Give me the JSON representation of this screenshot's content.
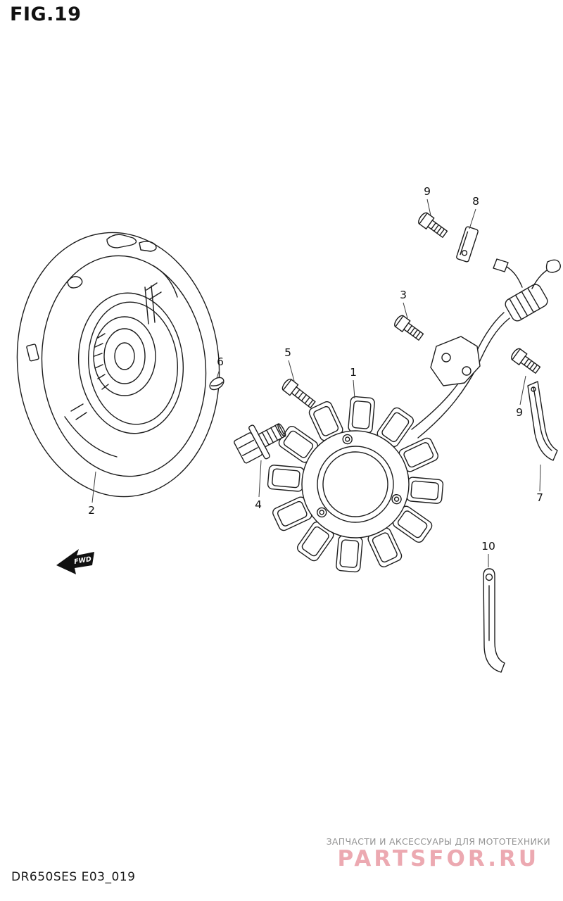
{
  "figure": {
    "title": "FIG.19",
    "code": "DR650SES E03_019",
    "fwd_label": "FWD"
  },
  "diagram": {
    "labels": [
      "9",
      "8",
      "3",
      "1",
      "5",
      "6",
      "4",
      "2",
      "9",
      "7",
      "10"
    ]
  },
  "watermark": {
    "tagline": "ЗАПЧАСТИ И АКСЕССУАРЫ ДЛЯ МОТОТЕХНИКИ",
    "brand": "PARTSFOR.RU",
    "brand_color": "#eca9b1"
  }
}
